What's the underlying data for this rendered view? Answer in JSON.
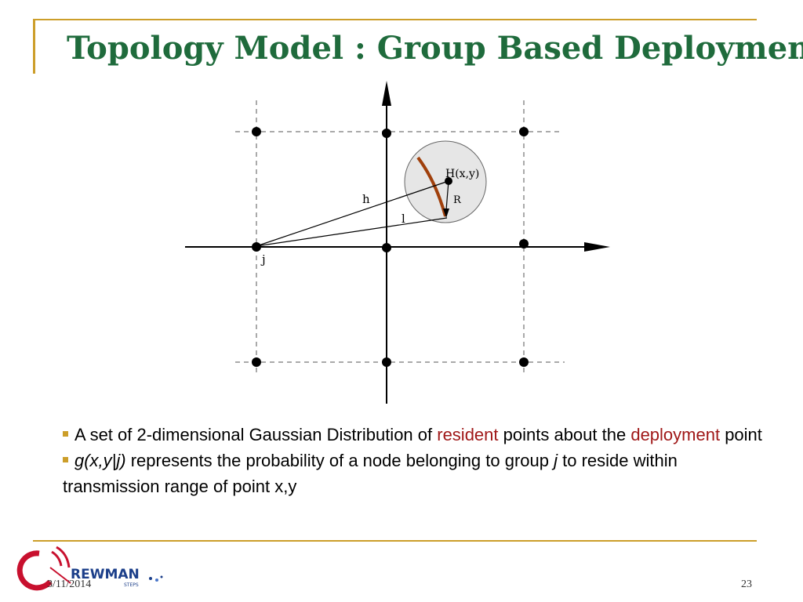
{
  "slide": {
    "title": "Topology Model : Group Based Deployment",
    "date": "3/11/2014",
    "page_number": "23"
  },
  "diagram": {
    "labels": {
      "h_point": "H(x,y)",
      "radius": "R",
      "distance_h": "h",
      "distance_l": "l",
      "group": "j"
    }
  },
  "bullets": {
    "b1_part1": "A set of 2-dimensional Gaussian Distribution of ",
    "b1_highlight1": "resident",
    "b1_part2": " points about the ",
    "b1_highlight2": "deployment",
    "b1_part3": " point",
    "b2_func": "g(x,y|j)",
    "b2_part1": " represents the probability of a node belonging to group ",
    "b2_var": "j",
    "b2_part2": " to reside within transmission range of point x,y"
  },
  "logo": {
    "text": "REWMAN",
    "tagline": "STEPS"
  },
  "colors": {
    "title": "#1f6b3c",
    "rule": "#cc9e2a",
    "highlight": "#a01818",
    "arc": "#a0400c",
    "circle_fill": "#e6e6e6"
  }
}
